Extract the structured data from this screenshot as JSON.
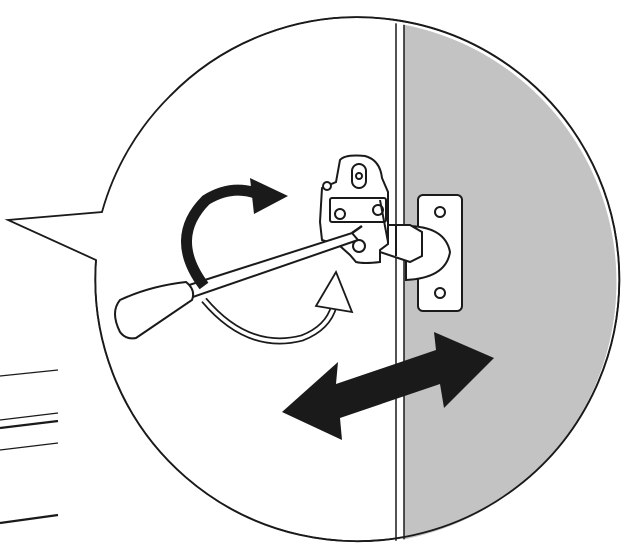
{
  "diagram": {
    "colors": {
      "line": "#1a1a1a",
      "fill_light": "#ffffff",
      "fill_panel": "#c3c3c3",
      "arrow": "#1a1a1a"
    },
    "elements": [
      "magnifier-bubble",
      "cabinet-side-panel",
      "door-panel",
      "hinge-mounting-plate",
      "hinge-arm",
      "hinge-cup",
      "screwdriver",
      "rotate-clockwise-arrow",
      "rotate-counterclockwise-arrow",
      "adjustment-direction-arrow"
    ]
  }
}
